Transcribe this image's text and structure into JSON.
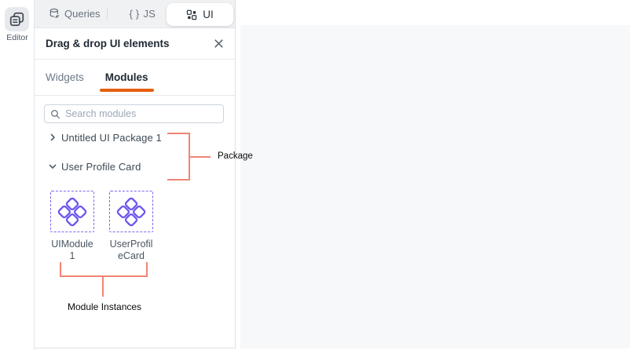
{
  "rail": {
    "editor_label": "Editor"
  },
  "topbar": {
    "queries_label": "Queries",
    "js_braces": "{ }",
    "js_label": "JS",
    "ui_label": "UI"
  },
  "panel": {
    "title": "Drag & drop UI elements",
    "tabs": [
      {
        "label": "Widgets",
        "active": false
      },
      {
        "label": "Modules",
        "active": true
      }
    ],
    "search": {
      "placeholder": "Search modules"
    },
    "tree": [
      {
        "label": "Untitled UI Package 1",
        "state": "collapsed"
      },
      {
        "label": "User Profile Card",
        "state": "expanded"
      }
    ],
    "module_cards": [
      {
        "label_line1": "UIModule",
        "label_line2": "1"
      },
      {
        "label_line1": "UserProfil",
        "label_line2": "eCard"
      }
    ]
  },
  "annotations": {
    "package_label": "Package",
    "module_instances_label": "Module Instances",
    "line_color": "#f08575"
  },
  "icons": {
    "editor": "stacked-pages",
    "queries": "database",
    "js": "curly-braces",
    "ui": "grid-dashboard",
    "close": "x",
    "search": "magnifier",
    "collapsed": "chevron-right",
    "expanded": "chevron-down",
    "module": "diamond-cluster"
  },
  "colors": {
    "accent_orange": "#e65f10",
    "module_purple": "#6b57ee",
    "annotation_salmon": "#f08575",
    "canvas_bg": "#f7f8fa",
    "segbar_bg": "#f0f1f3"
  }
}
